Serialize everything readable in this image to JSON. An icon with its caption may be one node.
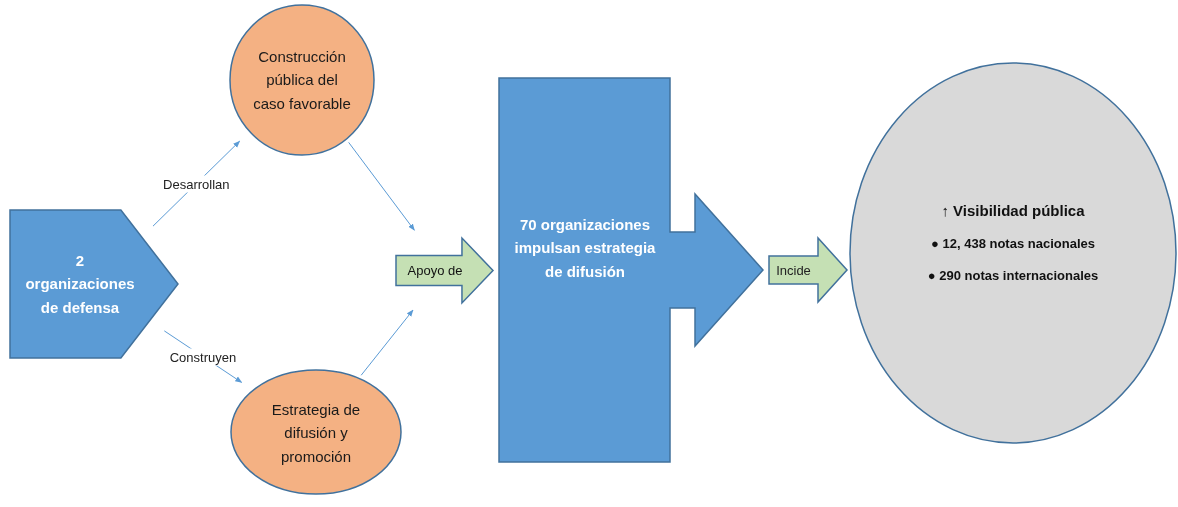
{
  "diagram": {
    "nodes": [
      {
        "text": [
          "2 organizaciones de defensa"
        ]
      },
      {
        "text": [
          "Construcción pública del caso favorable"
        ]
      },
      {
        "text": [
          "Estrategia de difusión y promoción"
        ]
      },
      {
        "text": [
          "Apoyo de"
        ]
      },
      {
        "text": [
          "70 organizaciones impulsan estrategia de difusión"
        ]
      },
      {
        "text": [
          "↑ Visibilidad pública",
          "● 12, 438 notas nacionales",
          "● 290 notas internacionales"
        ]
      }
    ],
    "edges": [
      {
        "from": 0,
        "to": 1,
        "arrow": "to",
        "label": "Desarrollan"
      },
      {
        "from": 0,
        "to": 2,
        "arrow": "to",
        "label": "Construyen"
      },
      {
        "from": 1,
        "to": 3,
        "arrow": "to"
      },
      {
        "from": 2,
        "to": 3,
        "arrow": "to"
      },
      {
        "from": 4,
        "to": 5,
        "arrow": "to",
        "label": "Incide",
        "style": "thick",
        "color": "#c5e0b4"
      }
    ]
  }
}
